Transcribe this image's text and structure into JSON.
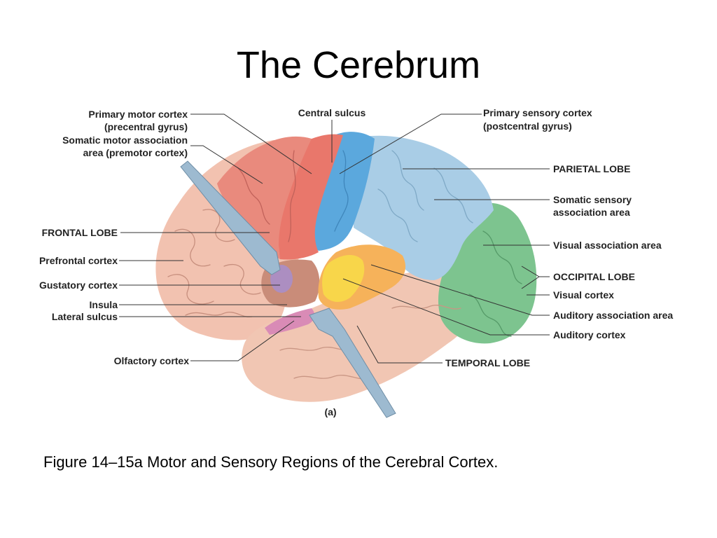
{
  "title": "The Cerebrum",
  "caption": "Figure 14–15a Motor and Sensory Regions of the Cerebral Cortex.",
  "panel_letter": "(a)",
  "labels": {
    "primary_motor_1": "Primary motor cortex",
    "primary_motor_2": "(precentral gyrus)",
    "somatic_motor_1": "Somatic motor association",
    "somatic_motor_2": "area (premotor cortex)",
    "frontal_lobe": "FRONTAL LOBE",
    "prefrontal": "Prefrontal cortex",
    "gustatory": "Gustatory cortex",
    "insula": "Insula",
    "lateral_sulcus": "Lateral sulcus",
    "olfactory": "Olfactory cortex",
    "central_sulcus": "Central sulcus",
    "primary_sensory_1": "Primary sensory cortex",
    "primary_sensory_2": "(postcentral gyrus)",
    "parietal_lobe": "PARIETAL LOBE",
    "somatic_sensory_1": "Somatic sensory",
    "somatic_sensory_2": "association area",
    "visual_association": "Visual association area",
    "occipital_lobe": "OCCIPITAL LOBE",
    "visual_cortex": "Visual cortex",
    "auditory_association": "Auditory association area",
    "auditory_cortex": "Auditory cortex",
    "temporal_lobe": "TEMPORAL LOBE"
  },
  "colors": {
    "frontal": "#f2c2b0",
    "motor": "#e9776b",
    "sensory": "#5ba8dd",
    "parietal": "#a9cde6",
    "occipital": "#7dc48f",
    "temporal": "#f1c6b3",
    "auditory": "#f6b25a",
    "auditory_primary": "#f8d64a",
    "gustatory": "#a98ec9",
    "olfactory": "#d98bb6",
    "insula": "#c98c79",
    "retractor": "#9dbad0"
  }
}
